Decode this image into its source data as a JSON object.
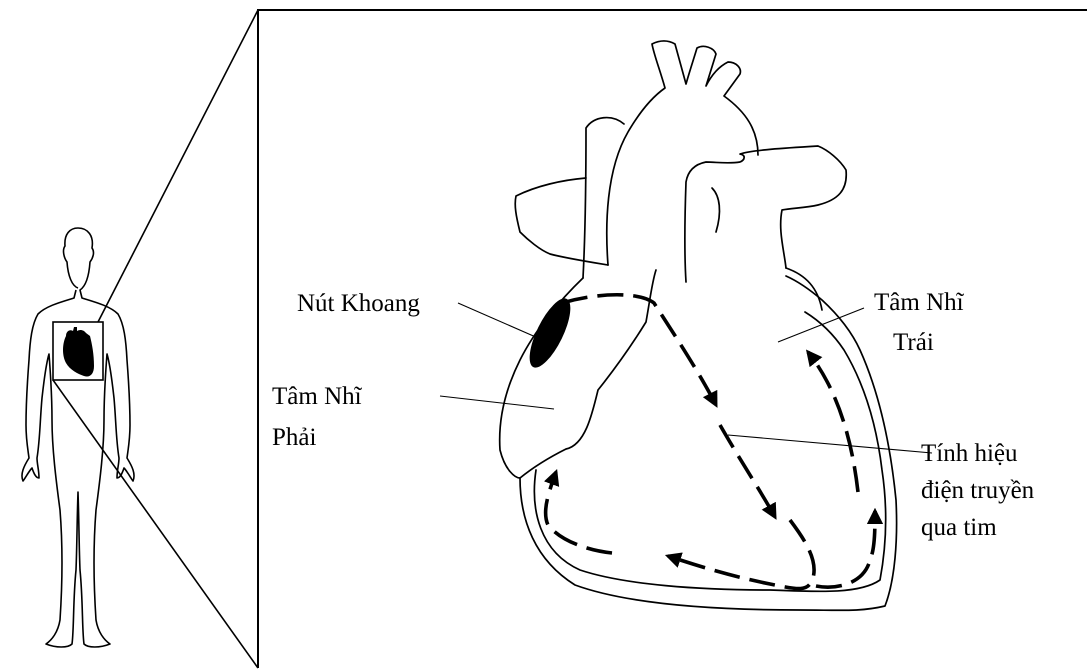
{
  "labels": {
    "sa_node": "Nút Khoang",
    "right_atrium_line1": "Tâm Nhĩ",
    "right_atrium_line2": "Phải",
    "left_atrium_line1": "Tâm Nhĩ",
    "left_atrium_line2": "Trái",
    "signal_line1": "Tính hiệu",
    "signal_line2": "điện truyền",
    "signal_line3": "qua tim"
  },
  "colors": {
    "stroke": "#000000",
    "background": "#ffffff"
  },
  "icons": [
    "human-body-outline-icon",
    "heart-silhouette-icon",
    "heart-anatomy-icon"
  ]
}
